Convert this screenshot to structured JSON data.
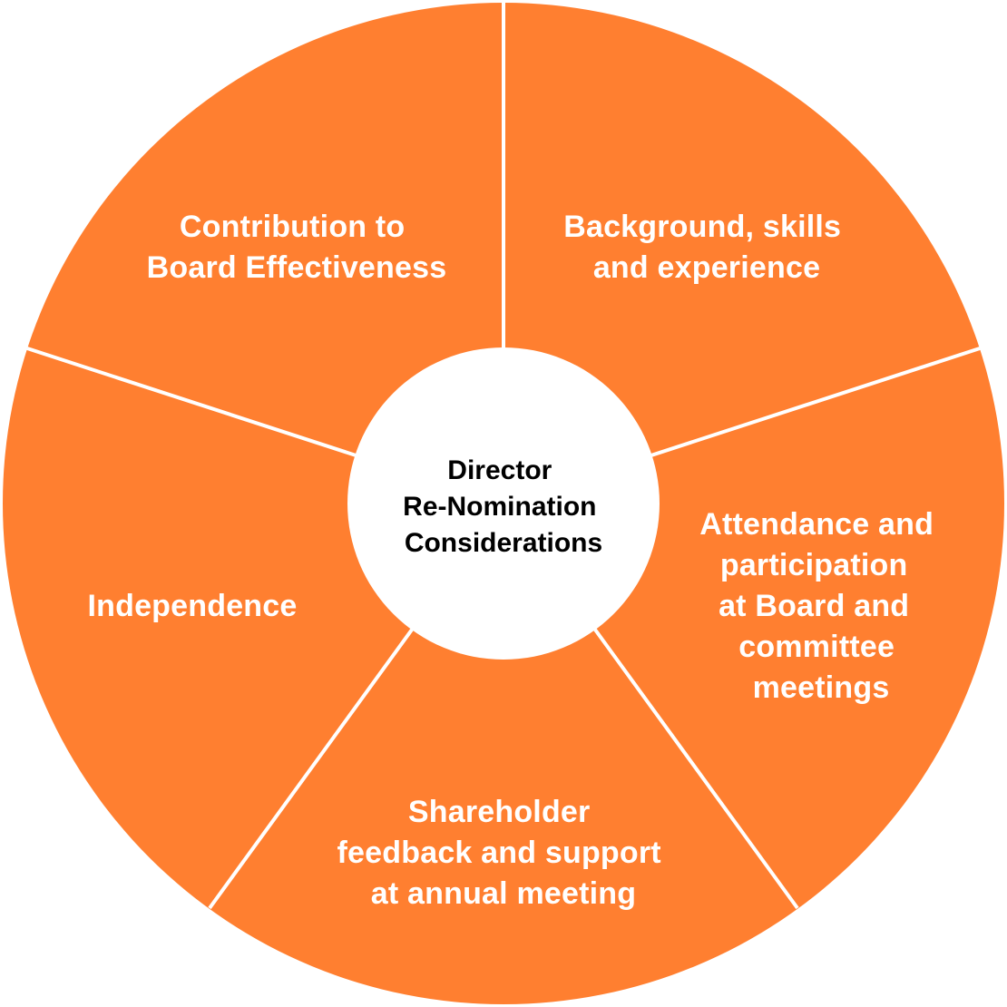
{
  "diagram": {
    "segment_color": "#FF7F30",
    "divider_color": "#ffffff",
    "center_fill": "#ffffff",
    "center": {
      "lines": [
        "Director",
        "Re-Nomination",
        "Considerations"
      ]
    },
    "segments": [
      {
        "id": "contribution",
        "lines": [
          "Contribution to",
          "Board Effectiveness"
        ]
      },
      {
        "id": "background",
        "lines": [
          "Background, skills",
          "and experience"
        ]
      },
      {
        "id": "attendance",
        "lines": [
          "Attendance and",
          "participation",
          "at Board and",
          "committee",
          "meetings"
        ]
      },
      {
        "id": "shareholder",
        "lines": [
          "Shareholder",
          "feedback and support",
          "at annual meeting"
        ]
      },
      {
        "id": "independence",
        "lines": [
          "Independence"
        ]
      }
    ]
  }
}
